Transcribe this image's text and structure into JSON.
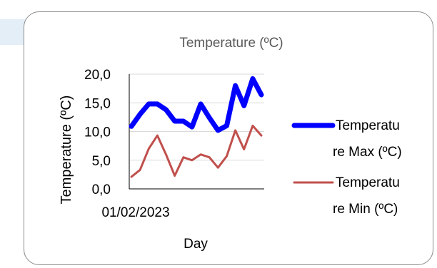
{
  "chart_data": {
    "type": "line",
    "title": "Temperature (ºC)",
    "xlabel": "Day",
    "ylabel": "Temperature (ºC)",
    "ylim": [
      0,
      20
    ],
    "yticks": [
      "0,0",
      "5,0",
      "10,0",
      "15,0",
      "20,0"
    ],
    "xtick_labels": [
      "01/02/2023"
    ],
    "grid": true,
    "legend_position": "right",
    "series": [
      {
        "name": "Temperature Max (ºC)",
        "name_lines": [
          "Temperatu",
          "re Max (ºC)"
        ],
        "color": "#0000ff",
        "values": [
          10.9,
          13.0,
          14.8,
          14.8,
          13.8,
          11.8,
          11.8,
          10.8,
          14.8,
          12.4,
          10.2,
          11.0,
          18.0,
          14.5,
          19.2,
          16.4
        ]
      },
      {
        "name": "Temperature Min (ºC)",
        "name_lines": [
          "Temperatu",
          "re Min (ºC)"
        ],
        "color": "#c0504d",
        "values": [
          2.1,
          3.3,
          7.0,
          9.3,
          6.0,
          2.3,
          5.5,
          5.0,
          6.0,
          5.5,
          3.7,
          5.7,
          10.2,
          6.9,
          11.0,
          9.3
        ]
      }
    ]
  }
}
